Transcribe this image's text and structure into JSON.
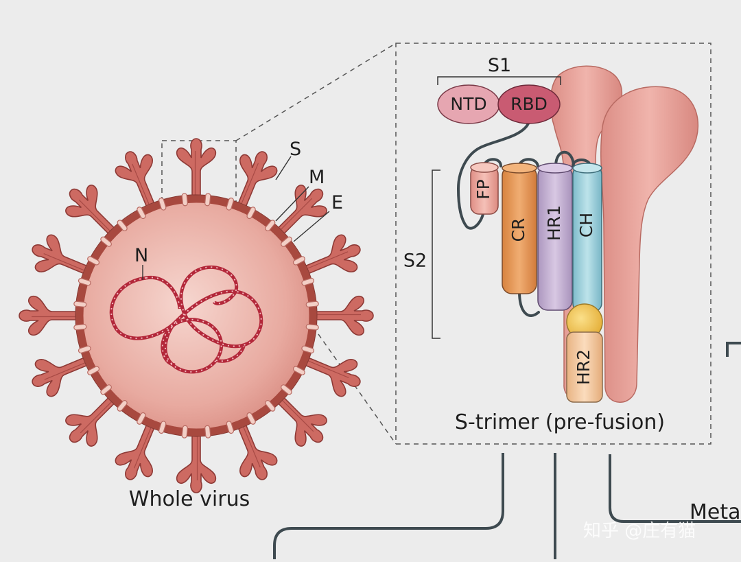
{
  "virus": {
    "caption": "Whole virus",
    "labels": {
      "s": "S",
      "m": "M",
      "e": "E",
      "n": "N"
    }
  },
  "strimer": {
    "caption": "S-trimer (pre-fusion)",
    "s1": "S1",
    "s2": "S2",
    "domains": {
      "ntd": "NTD",
      "rbd": "RBD",
      "fp": "FP",
      "cr": "CR",
      "hr1": "HR1",
      "ch": "CH",
      "hr2": "HR2"
    }
  },
  "pathway_label": "Meta",
  "watermark": "知乎 @庄有猫",
  "colors": {
    "background": "#ececec",
    "spike": "#c9605a",
    "envelope": "#d9837a",
    "rna": "#b8303e",
    "ntd": "#e4a2ad",
    "rbd": "#c95a70",
    "fp": "#e9a49a",
    "cr": "#e59a5c",
    "hr1": "#c5b1d3",
    "ch": "#9fd0da",
    "hr2": "#f1c79f",
    "linker_ball": "#f2c55a",
    "trimer_body": "#e6a29a",
    "lines": "#3e4a50"
  }
}
